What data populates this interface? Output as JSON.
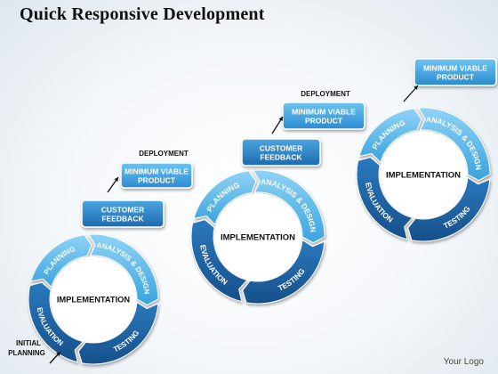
{
  "title": "Quick Responsive Development",
  "logo": "Your Logo",
  "cycle": {
    "center": "IMPLEMENTATION",
    "stages": [
      "PLANNING",
      "ANALYSIS & DESIGN",
      "TESTING",
      "EVALUATION"
    ]
  },
  "boxes": {
    "feedback": [
      "CUSTOMER",
      "FEEDBACK"
    ],
    "mvp": [
      "MINIMUM VIABLE",
      "PRODUCT"
    ]
  },
  "deployment": "DEPLOYMENT",
  "initial_planning": [
    "INITIAL",
    "PLANNING"
  ],
  "colors": {
    "light": "#4fb3e8",
    "mid": "#2d8fd0",
    "dark": "#1a5a9a",
    "box": "#2d7fc0"
  }
}
